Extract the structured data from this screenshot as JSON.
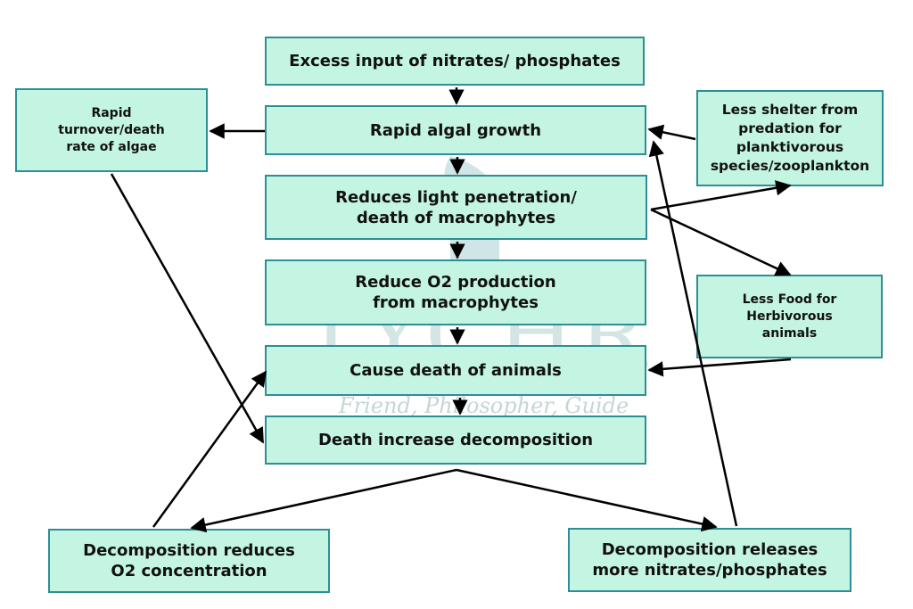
{
  "watermark": {
    "title": "TYCHR",
    "tagline": "Friend, Philosopher, Guide"
  },
  "boxes": {
    "excess_input": "Excess input of nitrates/ phosphates",
    "algal_growth": "Rapid algal growth",
    "light_penetration": "Reduces light penetration/\ndeath of macrophytes",
    "o2_production": "Reduce O2 production\nfrom macrophytes",
    "death_animals": "Cause death of animals",
    "death_decomposition": "Death increase decomposition",
    "rapid_turnover": "Rapid\nturnover/death\nrate of algae",
    "less_shelter": "Less shelter from\npredation for\nplanktivorous\nspecies/zooplankton",
    "less_food": "Less Food for\nHerbivorous\nanimals",
    "reduces_o2": "Decomposition reduces\nO2 concentration",
    "releases_nutrients": "Decomposition releases\nmore nitrates/phosphates"
  },
  "colors": {
    "box_fill": "#c4f5e2",
    "box_border": "#2e8e96",
    "arrow": "#000000"
  }
}
